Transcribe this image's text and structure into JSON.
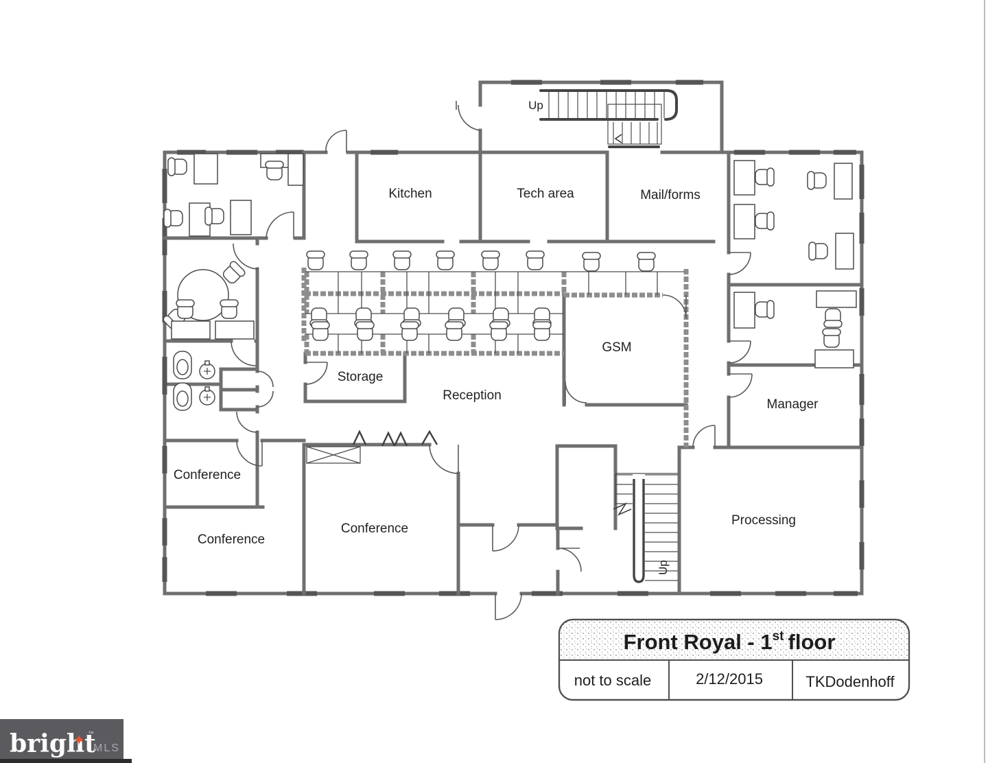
{
  "plan": {
    "rooms": {
      "kitchen": "Kitchen",
      "tech_area": "Tech area",
      "mail_forms": "Mail/forms",
      "gsm": "GSM",
      "storage": "Storage",
      "reception": "Reception",
      "manager": "Manager",
      "conference_small": "Conference",
      "conference_left": "Conference",
      "conference_main": "Conference",
      "processing": "Processing",
      "up_top": "Up",
      "up_bottom": "Up"
    }
  },
  "title_block": {
    "title_main": "Front Royal - 1",
    "title_super": "st",
    "title_tail": "floor",
    "scale_note": "not to scale",
    "date": "2/12/2015",
    "author": "TKDodenhoff"
  },
  "logo": {
    "brand": "bright",
    "suffix": "MLS",
    "tm": "™",
    "star": "✦",
    "bg_color": "#5b5b5f",
    "star_color": "#e8542e"
  }
}
